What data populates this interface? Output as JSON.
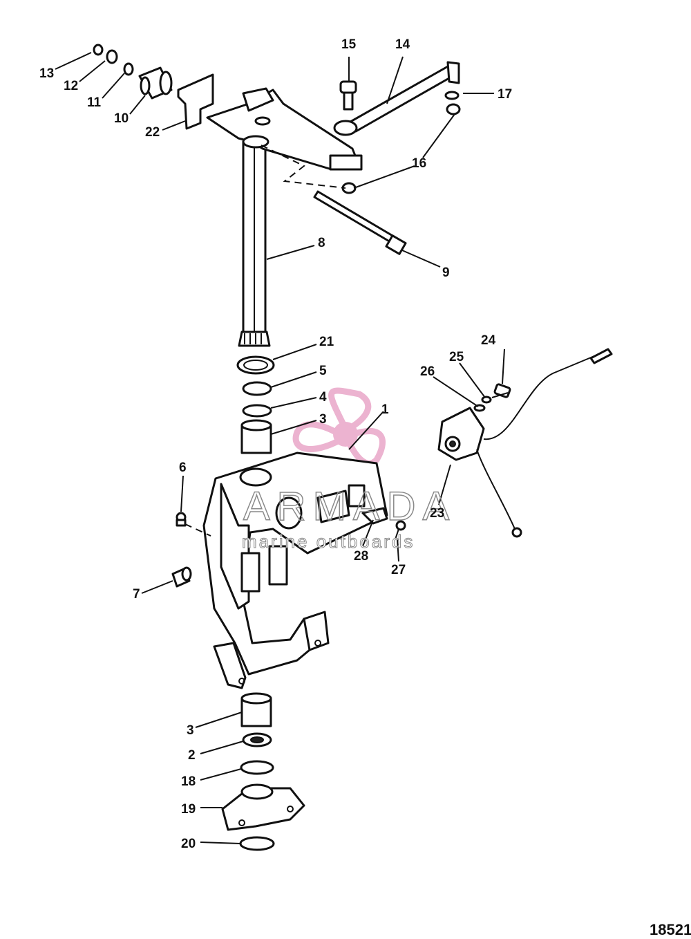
{
  "watermark": {
    "brand": "ARMADA",
    "tagline": "marine outboards",
    "logo_color": "#e9a6c8"
  },
  "figure_number": "18521",
  "callouts": [
    "1",
    "2",
    "3",
    "3",
    "4",
    "5",
    "6",
    "7",
    "8",
    "9",
    "10",
    "11",
    "12",
    "13",
    "14",
    "15",
    "16",
    "16",
    "17",
    "18",
    "19",
    "20",
    "21",
    "22",
    "23",
    "24",
    "25",
    "26",
    "27",
    "28"
  ]
}
